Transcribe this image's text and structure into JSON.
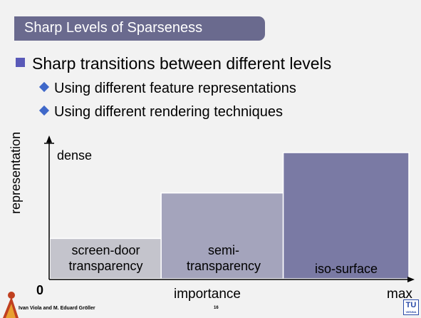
{
  "slide": {
    "title": "Sharp Levels of Sparseness",
    "bullet_main": "Sharp transitions between different levels",
    "sub_bullets": [
      "Using different feature representations",
      "Using different rendering techniques"
    ]
  },
  "chart_data": {
    "type": "bar",
    "categories": [
      "screen-door transparency",
      "semi-transparency",
      "iso-surface"
    ],
    "category_lines": [
      [
        "screen-door",
        "transparency"
      ],
      [
        "semi-",
        "transparency"
      ],
      [
        "iso-surface"
      ]
    ],
    "values": [
      0.32,
      0.68,
      1.0
    ],
    "widths": [
      0.31,
      0.34,
      0.35
    ],
    "colors": [
      "#c4c4cc",
      "#a4a4bc",
      "#7a7aa4"
    ],
    "bar_border": "#ffffff",
    "xlabel": "importance",
    "ylabel": "representation",
    "y_top_label": "dense",
    "x_start_label": "0",
    "x_end_label": "max",
    "ylim": [
      0,
      1.0
    ]
  },
  "footer": {
    "authors": "Ivan Viola and M. Eduard Gröller",
    "page": "16",
    "logo_text": "TU",
    "logo_sub": "VIENNA"
  },
  "colors": {
    "background": "#f2f2f2",
    "title_bar": "#6a6a8e",
    "bullet_square": "#5a5ab8",
    "bullet_diamond": "#3f68c9"
  }
}
